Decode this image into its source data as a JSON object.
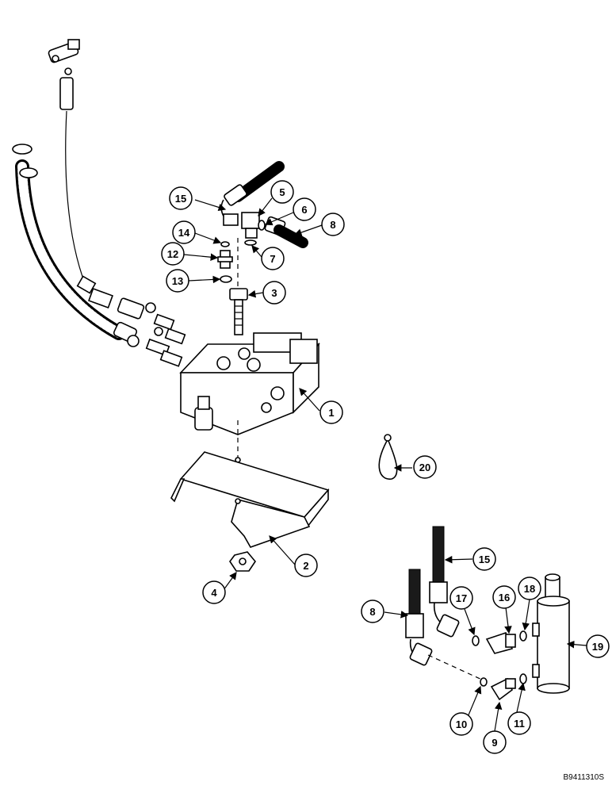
{
  "callouts": [
    {
      "id": "c1",
      "label": "1"
    },
    {
      "id": "c2",
      "label": "2"
    },
    {
      "id": "c3",
      "label": "3"
    },
    {
      "id": "c4",
      "label": "4"
    },
    {
      "id": "c5",
      "label": "5"
    },
    {
      "id": "c6",
      "label": "6"
    },
    {
      "id": "c7",
      "label": "7"
    },
    {
      "id": "c8a",
      "label": "8"
    },
    {
      "id": "c8b",
      "label": "8"
    },
    {
      "id": "c9",
      "label": "9"
    },
    {
      "id": "c10",
      "label": "10"
    },
    {
      "id": "c11",
      "label": "11"
    },
    {
      "id": "c12",
      "label": "12"
    },
    {
      "id": "c13",
      "label": "13"
    },
    {
      "id": "c14",
      "label": "14"
    },
    {
      "id": "c15a",
      "label": "15"
    },
    {
      "id": "c15b",
      "label": "15"
    },
    {
      "id": "c16",
      "label": "16"
    },
    {
      "id": "c17",
      "label": "17"
    },
    {
      "id": "c18",
      "label": "18"
    },
    {
      "id": "c19",
      "label": "19"
    },
    {
      "id": "c20",
      "label": "20"
    }
  ],
  "reference_code": "B9411310S"
}
